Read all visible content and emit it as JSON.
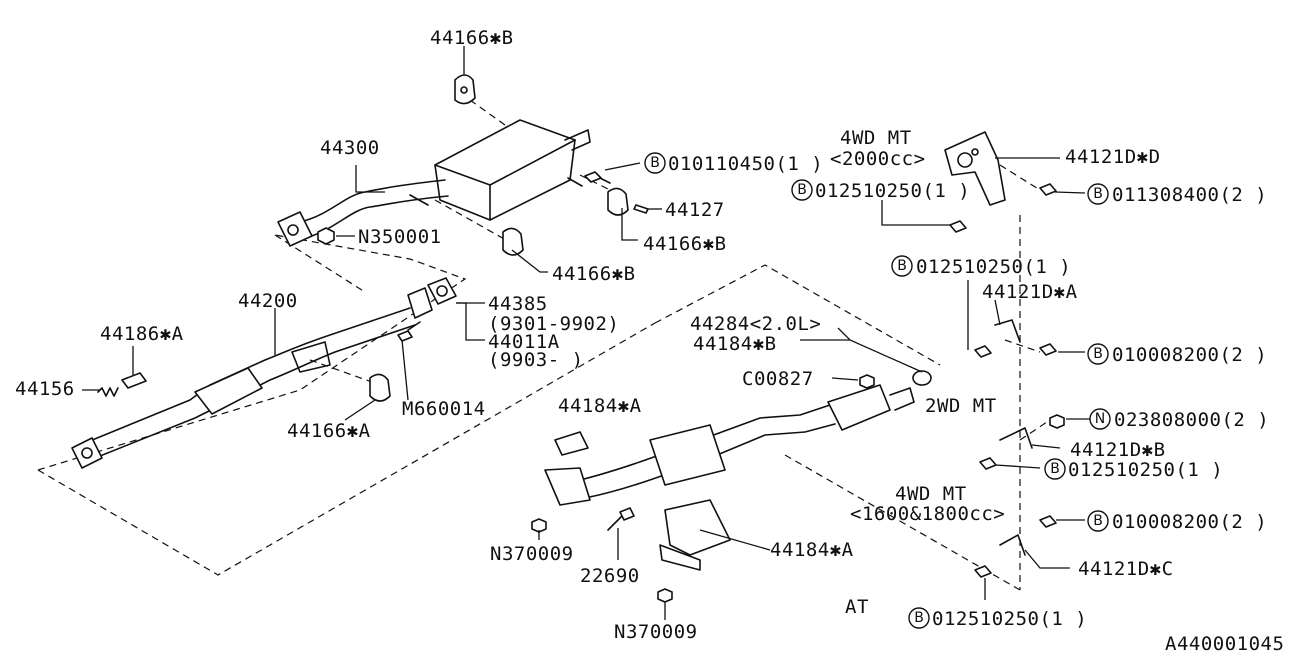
{
  "diagram_id": "A440001045",
  "parts": {
    "p44166B_top": "44166✱B",
    "p44300": "44300",
    "pB_010110450": "010110450(1 )",
    "pB_010110450_badge": "B",
    "p4wd_mt_2000_a": "4WD MT",
    "p4wd_mt_2000_b": "<2000cc>",
    "p44121DD": "44121D✱D",
    "pB_012510250_a": "012510250(1 )",
    "pB_012510250_a_badge": "B",
    "pB_011308400": "011308400(2 )",
    "pB_011308400_badge": "B",
    "p44127": "44127",
    "pN350001": "N350001",
    "p44166B_mid": "44166✱B",
    "p44166B_low": "44166✱B",
    "pB_012510250_b": "012510250(1 )",
    "pB_012510250_b_badge": "B",
    "p44121DA": "44121D✱A",
    "p44200": "44200",
    "p44385": "44385",
    "p9301_9902": "(9301-9902)",
    "p44011A": "44011A",
    "p9903": "(9903-     )",
    "p44284": "44284<2.0L>",
    "p44184B": "44184✱B",
    "p44186A": "44186✱A",
    "pB_010008200_a": "010008200(2 )",
    "pB_010008200_a_badge": "B",
    "p44156": "44156",
    "pC00827": "C00827",
    "pM660014": "M660014",
    "p2wd_mt": "2WD MT",
    "p44184A_top": "44184✱A",
    "pN_023808000": "023808000(2 )",
    "pN_023808000_badge": "N",
    "p44166A": "44166✱A",
    "p44121DB": "44121D✱B",
    "pB_012510250_c": "012510250(1 )",
    "pB_012510250_c_badge": "B",
    "p4wd_mt_1600_a": "4WD MT",
    "p4wd_mt_1600_b": "<1600&1800cc>",
    "pB_010008200_b": "010008200(2 )",
    "pB_010008200_b_badge": "B",
    "pN370009_a": "N370009",
    "p44184A_low": "44184✱A",
    "p44121DC": "44121D✱C",
    "p22690": "22690",
    "pAT": "AT",
    "pB_012510250_d": "012510250(1 )",
    "pB_012510250_d_badge": "B",
    "pN370009_b": "N370009"
  }
}
